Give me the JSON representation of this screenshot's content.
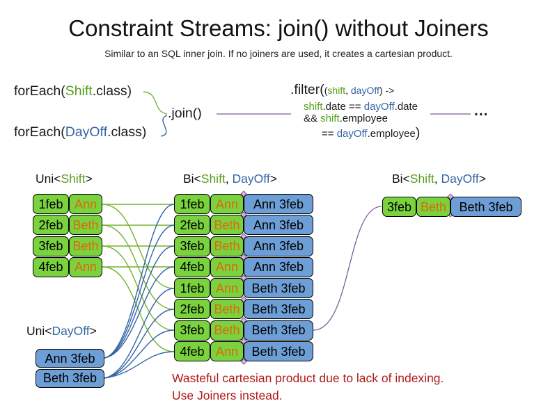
{
  "title": "Constraint Streams: join() without Joiners",
  "subtitle": "Similar to an SQL inner join. If no joiners are used, it creates a cartesian product.",
  "code": {
    "foreach_shift": [
      [
        "forEach(",
        "k"
      ],
      [
        "Shift",
        "g"
      ],
      [
        ".class)",
        "k"
      ]
    ],
    "foreach_dayoff": [
      [
        "forEach(",
        "k"
      ],
      [
        "DayOff",
        "b"
      ],
      [
        ".class)",
        "k"
      ]
    ],
    "join_label": ".join()",
    "filter_head": [
      [
        ".filter(",
        "k"
      ],
      [
        "(",
        "ks"
      ],
      [
        "shift",
        "gs"
      ],
      [
        ", ",
        "ks"
      ],
      [
        "dayOff",
        "bs"
      ],
      [
        ") ->",
        "ks"
      ]
    ],
    "filter_line2": [
      [
        "shift",
        "gm"
      ],
      [
        ".date == ",
        "km"
      ],
      [
        "dayOff",
        "bm"
      ],
      [
        ".date",
        "km"
      ]
    ],
    "filter_line3": [
      [
        "&& ",
        "km"
      ],
      [
        "shift",
        "gm"
      ],
      [
        ".employee",
        "km"
      ]
    ],
    "filter_line4": [
      [
        "== ",
        "km"
      ],
      [
        "dayOff",
        "bm"
      ],
      [
        ".employee",
        "km"
      ],
      [
        ")",
        "k"
      ]
    ],
    "ellipsis": "..."
  },
  "labels": {
    "uni_shift": [
      [
        "Uni<",
        "lk"
      ],
      [
        "Shift",
        "lg"
      ],
      [
        ">",
        "lk"
      ]
    ],
    "bi_center": [
      [
        "Bi<",
        "lk"
      ],
      [
        "Shift",
        "lg"
      ],
      [
        ", ",
        "lk"
      ],
      [
        "DayOff",
        "lb"
      ],
      [
        ">",
        "lk"
      ]
    ],
    "bi_right": [
      [
        "Bi<",
        "lk"
      ],
      [
        "Shift",
        "lg"
      ],
      [
        ", ",
        "lk"
      ],
      [
        "DayOff",
        "lb"
      ],
      [
        ">",
        "lk"
      ]
    ],
    "uni_dayoff": [
      [
        "Uni<",
        "lk"
      ],
      [
        "DayOff",
        "lb"
      ],
      [
        ">",
        "lk"
      ]
    ]
  },
  "tables": {
    "uni_shift": [
      {
        "date": "1feb",
        "name": "Ann"
      },
      {
        "date": "2feb",
        "name": "Beth"
      },
      {
        "date": "3feb",
        "name": "Beth"
      },
      {
        "date": "4feb",
        "name": "Ann"
      }
    ],
    "uni_dayoff": [
      {
        "pair": "Ann 3feb"
      },
      {
        "pair": "Beth 3feb"
      }
    ],
    "bi_center": [
      {
        "date": "1feb",
        "name": "Ann",
        "pair": "Ann 3feb"
      },
      {
        "date": "2feb",
        "name": "Beth",
        "pair": "Ann 3feb"
      },
      {
        "date": "3feb",
        "name": "Beth",
        "pair": "Ann 3feb"
      },
      {
        "date": "4feb",
        "name": "Ann",
        "pair": "Ann 3feb"
      },
      {
        "date": "1feb",
        "name": "Ann",
        "pair": "Beth 3feb"
      },
      {
        "date": "2feb",
        "name": "Beth",
        "pair": "Beth 3feb"
      },
      {
        "date": "3feb",
        "name": "Beth",
        "pair": "Beth 3feb"
      },
      {
        "date": "4feb",
        "name": "Ann",
        "pair": "Beth 3feb"
      }
    ],
    "bi_right": [
      {
        "date": "3feb",
        "name": "Beth",
        "pair": "Beth 3feb"
      }
    ]
  },
  "note": {
    "line1": "Wasteful cartesian product due to lack of indexing.",
    "line2": "Use Joiners instead."
  },
  "colors": {
    "shift_text_green": "#579D1C",
    "dayoff_text_blue": "#3465A4",
    "shift_box_green": "#79D23E",
    "dayoff_box_blue": "#6D9ED6",
    "name_orange": "#E0670B",
    "connector_green": "#74B42E",
    "connector_blue": "#3465A4",
    "connector_purple": "#7D5E99",
    "note_red": "#B11B1B"
  }
}
